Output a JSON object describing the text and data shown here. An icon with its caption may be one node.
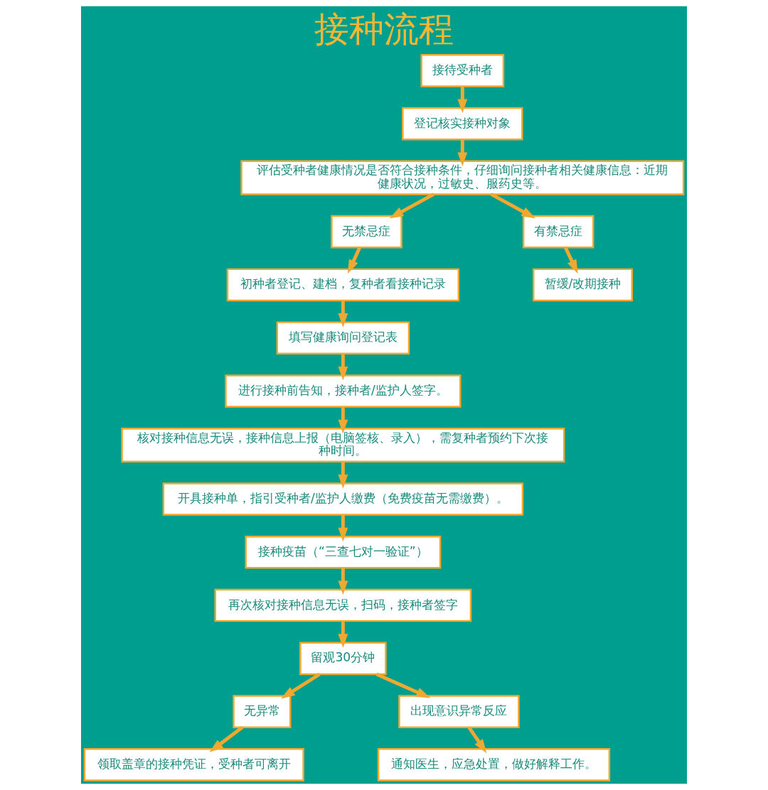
{
  "diagram": {
    "title": "接种流程",
    "nodes": [
      {
        "text": [
          "接待受种者"
        ]
      },
      {
        "text": [
          "登记核实接种对象"
        ]
      },
      {
        "text": [
          "评估受种者健康情况是否符合接种条件，仔细询问接种者相关健康信息：近期健康状况，过敏史、服药史等。"
        ]
      },
      {
        "text": [
          "无禁忌症"
        ]
      },
      {
        "text": [
          "有禁忌症"
        ]
      },
      {
        "text": [
          "初种者登记、建档，复种者看接种记录"
        ]
      },
      {
        "text": [
          "暂缓/改期接种"
        ]
      },
      {
        "text": [
          "填写健康询问登记表"
        ]
      },
      {
        "text": [
          "进行接种前告知，接种者/监护人签字。"
        ]
      },
      {
        "text": [
          "核对接种信息无误，接种信息上报（电脑签核、录入），需复种者预约下次接种时间。"
        ]
      },
      {
        "text": [
          "开具接种单，指引受种者/监护人缴费（免费疫苗无需缴费）。"
        ]
      },
      {
        "text": [
          "接种疫苗（“三查七对一验证”）"
        ]
      },
      {
        "text": [
          "再次核对接种信息无误，扫码，接种者签字"
        ]
      },
      {
        "text": [
          "留观30分钟"
        ]
      },
      {
        "text": [
          "无异常"
        ]
      },
      {
        "text": [
          "出现意识异常反应"
        ]
      },
      {
        "text": [
          "领取盖章的接种凭证，受种者可离开"
        ]
      },
      {
        "text": [
          "通知医生，应急处置，做好解释工作。"
        ]
      }
    ],
    "edges": [
      {
        "from": 0,
        "to": 1,
        "arrow": "to"
      },
      {
        "from": 1,
        "to": 2,
        "arrow": "to"
      },
      {
        "from": 2,
        "to": 3,
        "arrow": "to"
      },
      {
        "from": 2,
        "to": 4,
        "arrow": "to"
      },
      {
        "from": 3,
        "to": 5,
        "arrow": "to"
      },
      {
        "from": 4,
        "to": 6,
        "arrow": "to"
      },
      {
        "from": 5,
        "to": 7,
        "arrow": "to"
      },
      {
        "from": 7,
        "to": 8,
        "arrow": "to"
      },
      {
        "from": 8,
        "to": 9,
        "arrow": "to"
      },
      {
        "from": 9,
        "to": 10,
        "arrow": "to"
      },
      {
        "from": 10,
        "to": 11,
        "arrow": "to"
      },
      {
        "from": 11,
        "to": 12,
        "arrow": "to"
      },
      {
        "from": 12,
        "to": 13,
        "arrow": "to"
      },
      {
        "from": 13,
        "to": 14,
        "arrow": "to"
      },
      {
        "from": 13,
        "to": 15,
        "arrow": "to"
      },
      {
        "from": 14,
        "to": 16,
        "arrow": "to"
      },
      {
        "from": 15,
        "to": 17,
        "arrow": "to"
      }
    ]
  }
}
